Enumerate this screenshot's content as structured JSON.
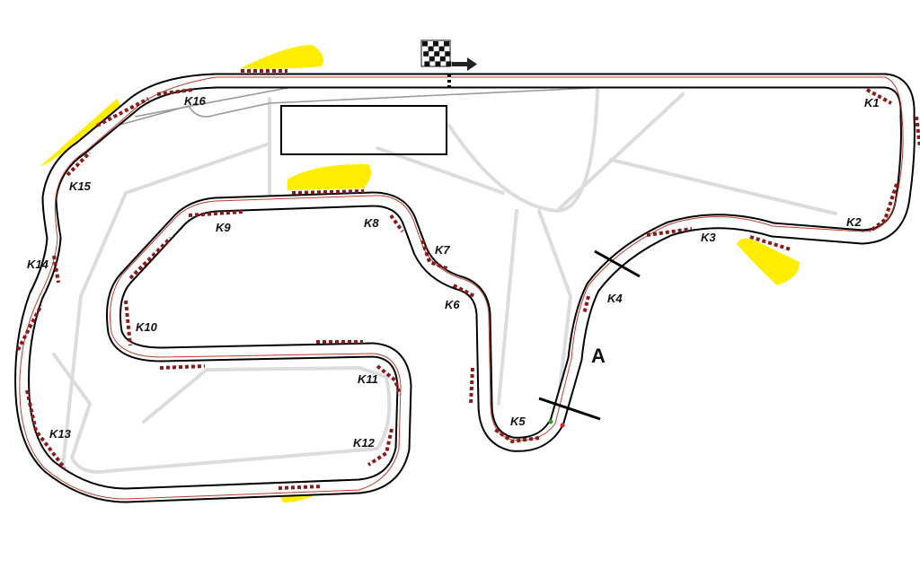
{
  "map": {
    "title_flag_icon": "checkered-flag-icon",
    "direction_icon": "arrow-right-icon",
    "corners": [
      "K1",
      "K2",
      "K3",
      "K4",
      "K5",
      "K6",
      "K7",
      "K8",
      "K9",
      "K10",
      "K11",
      "K12",
      "K13",
      "K14",
      "K15",
      "K16"
    ],
    "section_label": "A",
    "colors": {
      "track_edge": "#000000",
      "racing_line": "#c0392b",
      "kerb": "#8b1a1a",
      "runoff": "#ffee00",
      "service_road": "#dddddd",
      "pit_lane": "#999999"
    }
  }
}
